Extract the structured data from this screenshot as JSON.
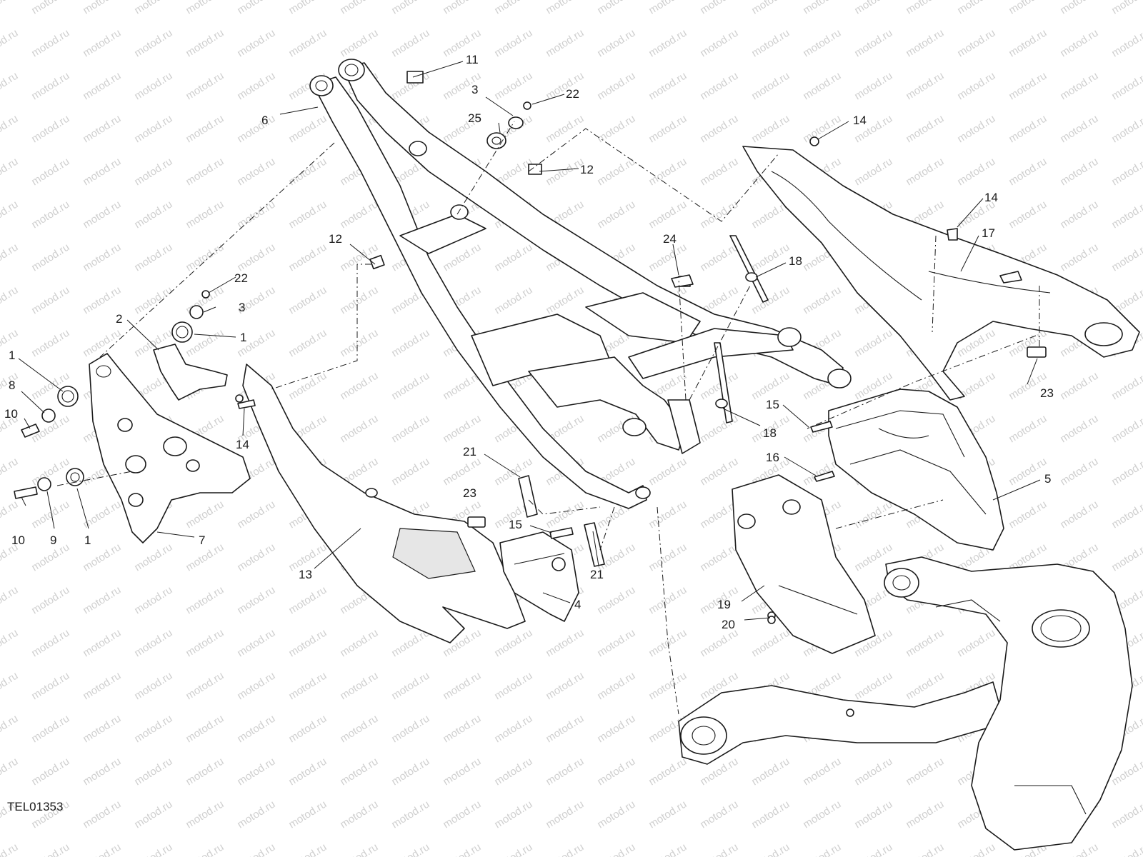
{
  "drawing_code": "TEL01353",
  "watermark_text": "motod.ru",
  "colors": {
    "line": "#1a1a1a",
    "background": "#ffffff",
    "watermark": "#cfcfcf"
  },
  "callouts": [
    {
      "id": "c11",
      "label": "11"
    },
    {
      "id": "c3a",
      "label": "3"
    },
    {
      "id": "c22a",
      "label": "22"
    },
    {
      "id": "c6",
      "label": "6"
    },
    {
      "id": "c25",
      "label": "25"
    },
    {
      "id": "c14a",
      "label": "14"
    },
    {
      "id": "c12a",
      "label": "12"
    },
    {
      "id": "c14b",
      "label": "14"
    },
    {
      "id": "c17",
      "label": "17"
    },
    {
      "id": "c12b",
      "label": "12"
    },
    {
      "id": "c24",
      "label": "24"
    },
    {
      "id": "c18a",
      "label": "18"
    },
    {
      "id": "c22b",
      "label": "22"
    },
    {
      "id": "c3b",
      "label": "3"
    },
    {
      "id": "c2",
      "label": "2"
    },
    {
      "id": "c1a",
      "label": "1"
    },
    {
      "id": "c1b",
      "label": "1"
    },
    {
      "id": "c8",
      "label": "8"
    },
    {
      "id": "c10a",
      "label": "10"
    },
    {
      "id": "c14c",
      "label": "14"
    },
    {
      "id": "c18b",
      "label": "18"
    },
    {
      "id": "c23a",
      "label": "23"
    },
    {
      "id": "c15a",
      "label": "15"
    },
    {
      "id": "c16",
      "label": "16"
    },
    {
      "id": "c5",
      "label": "5"
    },
    {
      "id": "c21a",
      "label": "21"
    },
    {
      "id": "c23b",
      "label": "23"
    },
    {
      "id": "c10b",
      "label": "10"
    },
    {
      "id": "c9",
      "label": "9"
    },
    {
      "id": "c1c",
      "label": "1"
    },
    {
      "id": "c7",
      "label": "7"
    },
    {
      "id": "c15b",
      "label": "15"
    },
    {
      "id": "c21b",
      "label": "21"
    },
    {
      "id": "c13",
      "label": "13"
    },
    {
      "id": "c4",
      "label": "4"
    },
    {
      "id": "c19",
      "label": "19"
    },
    {
      "id": "c20",
      "label": "20"
    }
  ]
}
